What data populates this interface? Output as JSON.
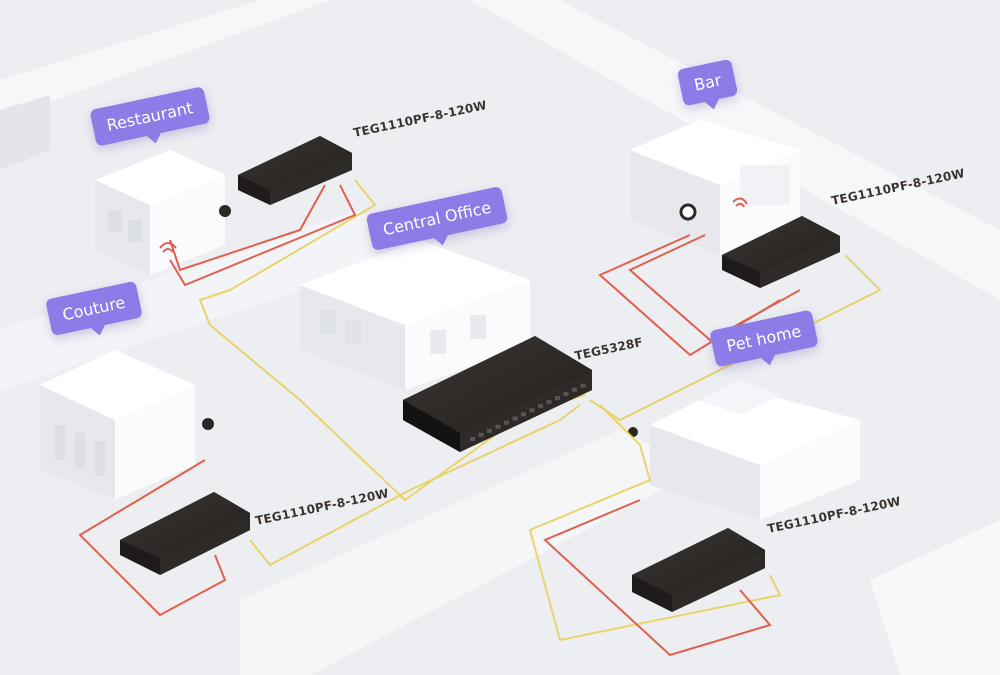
{
  "locations": {
    "restaurant": "Restaurant",
    "bar": "Bar",
    "central_office": "Central Office",
    "couture": "Couture",
    "pet_home": "Pet home"
  },
  "devices": {
    "core_switch": "TEG5328F",
    "restaurant_switch": "TEG1110PF-8-120W",
    "bar_switch": "TEG1110PF-8-120W",
    "couture_switch": "TEG1110PF-8-120W",
    "pet_home_switch": "TEG1110PF-8-120W"
  },
  "colors": {
    "label_bg": "#8b7ce8",
    "fiber_cable": "#e9d46a",
    "ethernet_cable": "#e0604e",
    "switch_body": "#2b2826",
    "building": "#fbfbfd",
    "ground": "#eceef2"
  }
}
